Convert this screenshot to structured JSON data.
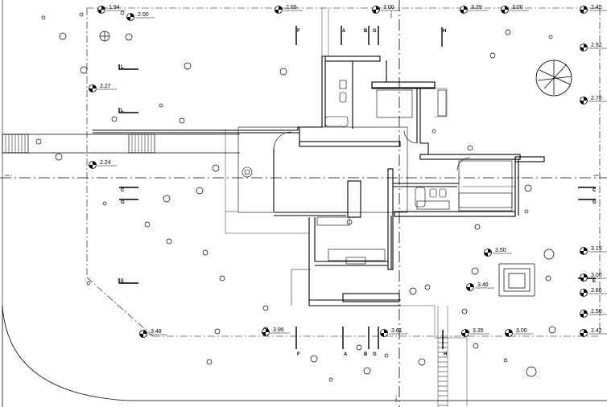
{
  "elevations": [
    {
      "id": "e1",
      "label": "1.94"
    },
    {
      "id": "e2",
      "label": "2.00"
    },
    {
      "id": "e3",
      "label": "2.65"
    },
    {
      "id": "e4",
      "label": "3.00"
    },
    {
      "id": "e5",
      "label": "3.39"
    },
    {
      "id": "e6",
      "label": "3.00"
    },
    {
      "id": "e7",
      "label": "2.45"
    },
    {
      "id": "e8",
      "label": "2.92"
    },
    {
      "id": "e9",
      "label": "2.27"
    },
    {
      "id": "e10",
      "label": "2.78"
    },
    {
      "id": "e11",
      "label": "2.24"
    },
    {
      "id": "e12",
      "label": "3.50"
    },
    {
      "id": "e13",
      "label": "3.19"
    },
    {
      "id": "e14",
      "label": "3.00"
    },
    {
      "id": "e15",
      "label": "2.86"
    },
    {
      "id": "e16",
      "label": "3.46"
    },
    {
      "id": "e17",
      "label": "2.50"
    },
    {
      "id": "e18",
      "label": "3.48"
    },
    {
      "id": "e19",
      "label": "3.96"
    },
    {
      "id": "e20",
      "label": "3.61"
    },
    {
      "id": "e21",
      "label": "3.35"
    },
    {
      "id": "e22",
      "label": "3.00"
    },
    {
      "id": "e23",
      "label": "2.42"
    }
  ],
  "section_tags": {
    "top_f": "F",
    "top_a": "A",
    "top_b": "B",
    "top_g": "G",
    "top_h": "H",
    "left_l1": "L",
    "left_l2": "L",
    "left_c": "C",
    "left_g": "G",
    "left_e": "E",
    "right_c": "C",
    "right_g": "G",
    "right_e": "E",
    "bot_f": "F",
    "bot_a": "A",
    "bot_b": "B",
    "bot_g": "G",
    "bot_h": "H"
  },
  "axis_tags": {
    "left": "EJE 1",
    "right": "EJE 1",
    "top": "EJE 2",
    "bottom": "EJE 2"
  }
}
